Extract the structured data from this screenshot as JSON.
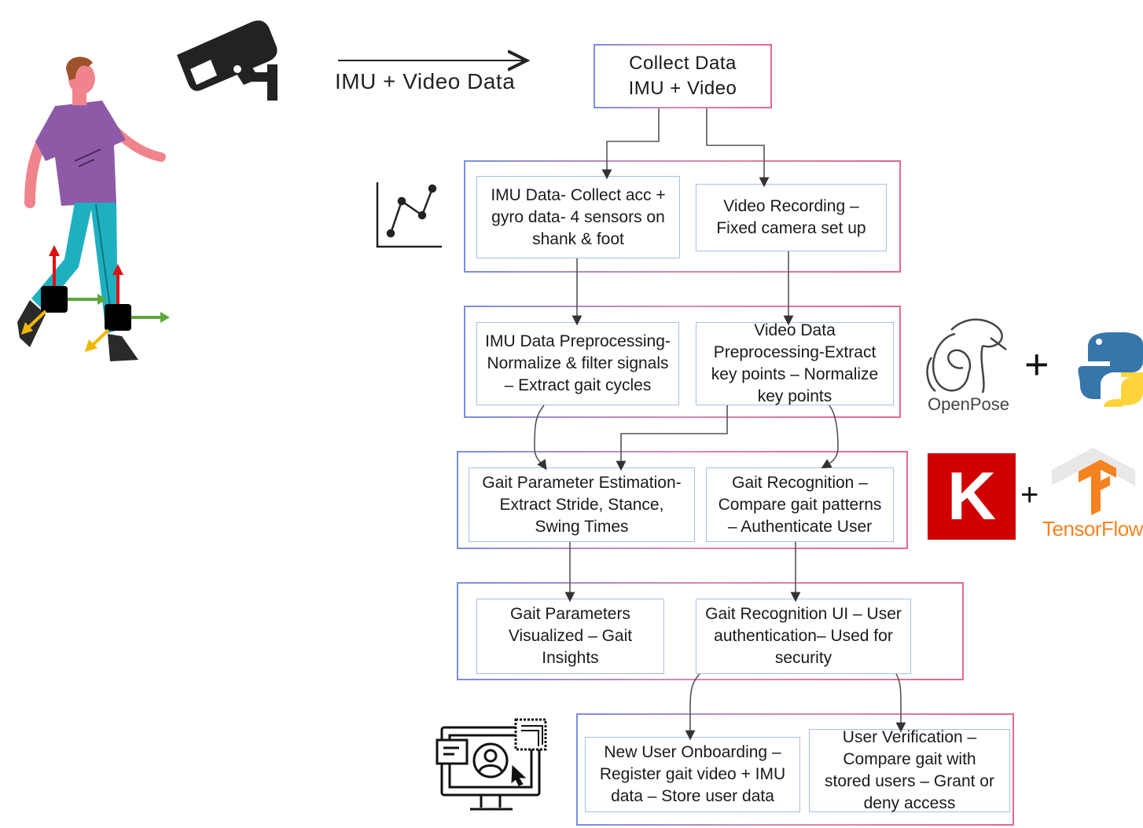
{
  "header": {
    "arrow_label": "IMU + Video Data"
  },
  "flow": {
    "collect": "Collect  Data\nIMU + Video",
    "imu_data": "IMU Data- Collect acc +\ngyro data- 4 sensors on\nshank & foot",
    "video_recording": "Video Recording –\nFixed camera set up",
    "imu_preprocessing": "IMU Data Preprocessing-\nNormalize & filter signals\n– Extract gait cycles",
    "video_preprocessing": "Video Data\nPreprocessing-Extract\nkey points – Normalize\nkey points",
    "gait_parameter_estimation": "Gait Parameter Estimation-\nExtract Stride, Stance,\nSwing Times",
    "gait_recognition": "Gait Recognition –\nCompare gait patterns\n– Authenticate User",
    "gait_parameters_visualized": "Gait Parameters\nVisualized – Gait\nInsights",
    "gait_recognition_ui": "Gait Recognition UI – User\nauthentication– Used for\nsecurity",
    "new_user_onboarding": "New User Onboarding –\nRegister gait video + IMU\ndata – Store user data",
    "user_verification": "User Verification –\nCompare gait with\nstored users – Grant or\ndeny access"
  },
  "logos": {
    "openpose": "OpenPose",
    "keras": "K",
    "tensorflow": "TensorFlow",
    "plus": "+"
  },
  "colors": {
    "keras_red": "#d00000",
    "tensorflow_orange": "#f58220",
    "python_blue": "#3776ab",
    "python_yellow": "#ffd43b",
    "shirt_purple": "#8e5aa8",
    "pants_teal": "#1fb0c0",
    "skin": "#f0848c",
    "arrow_red": "#e01010",
    "arrow_green": "#5aa83a",
    "arrow_yellow": "#f2b800"
  }
}
